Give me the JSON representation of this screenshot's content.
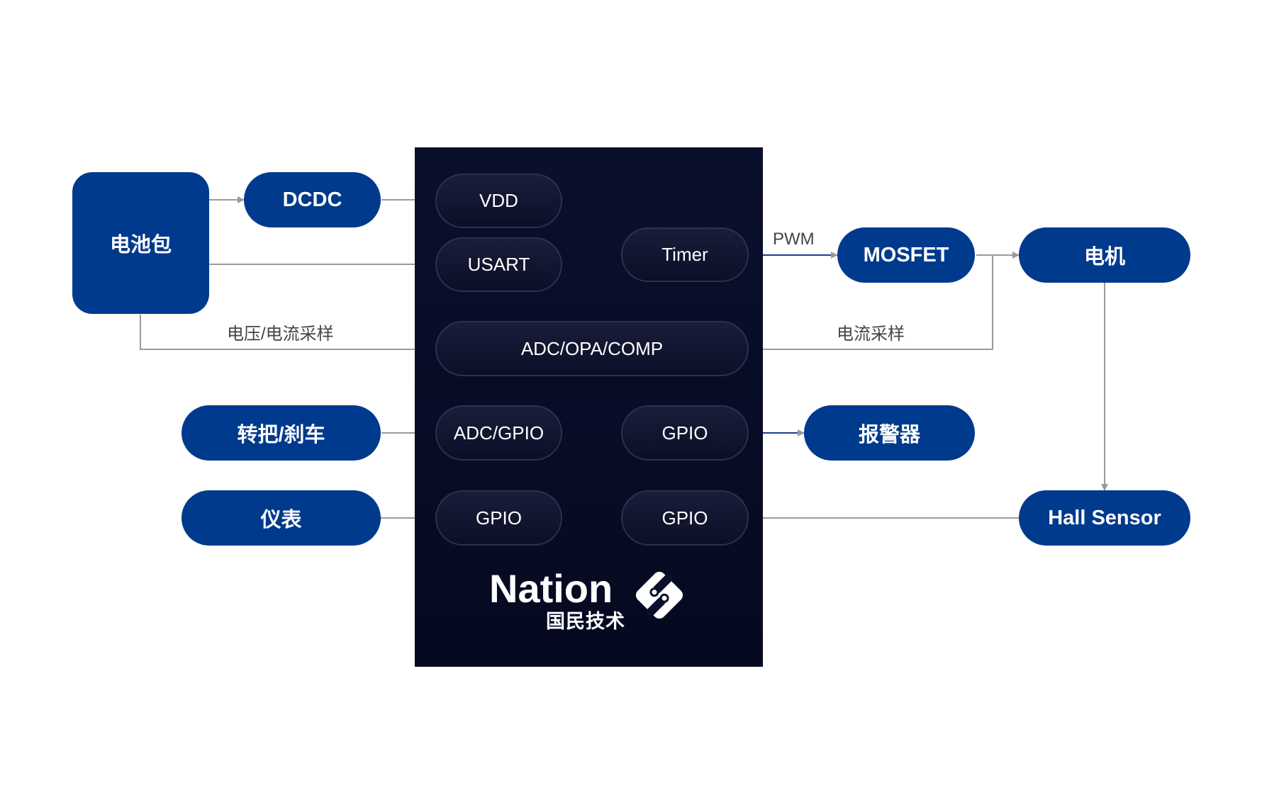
{
  "external_blocks": {
    "battery": "电池包",
    "dcdc": "DCDC",
    "mosfet": "MOSFET",
    "motor": "电机",
    "throttle_brake": "转把/刹车",
    "alarm": "报警器",
    "meter": "仪表",
    "hall_sensor": "Hall Sensor"
  },
  "mcu_pins": {
    "vdd": "VDD",
    "usart": "USART",
    "timer": "Timer",
    "adc_opa_comp": "ADC/OPA/COMP",
    "adc_gpio": "ADC/GPIO",
    "gpio_alarm": "GPIO",
    "gpio_meter": "GPIO",
    "gpio_hall": "GPIO"
  },
  "connection_labels": {
    "pwm": "PWM",
    "voltage_current_sampling": "电压/电流采样",
    "current_sampling": "电流采样"
  },
  "logo": {
    "name": "Nation",
    "subtitle": "国民技术"
  },
  "colors": {
    "block_blue": "#003a8c",
    "mcu_dark": "#0a0f2c",
    "arrow_blue": "#1a3f8c",
    "line_gray": "#9a9a9a"
  }
}
